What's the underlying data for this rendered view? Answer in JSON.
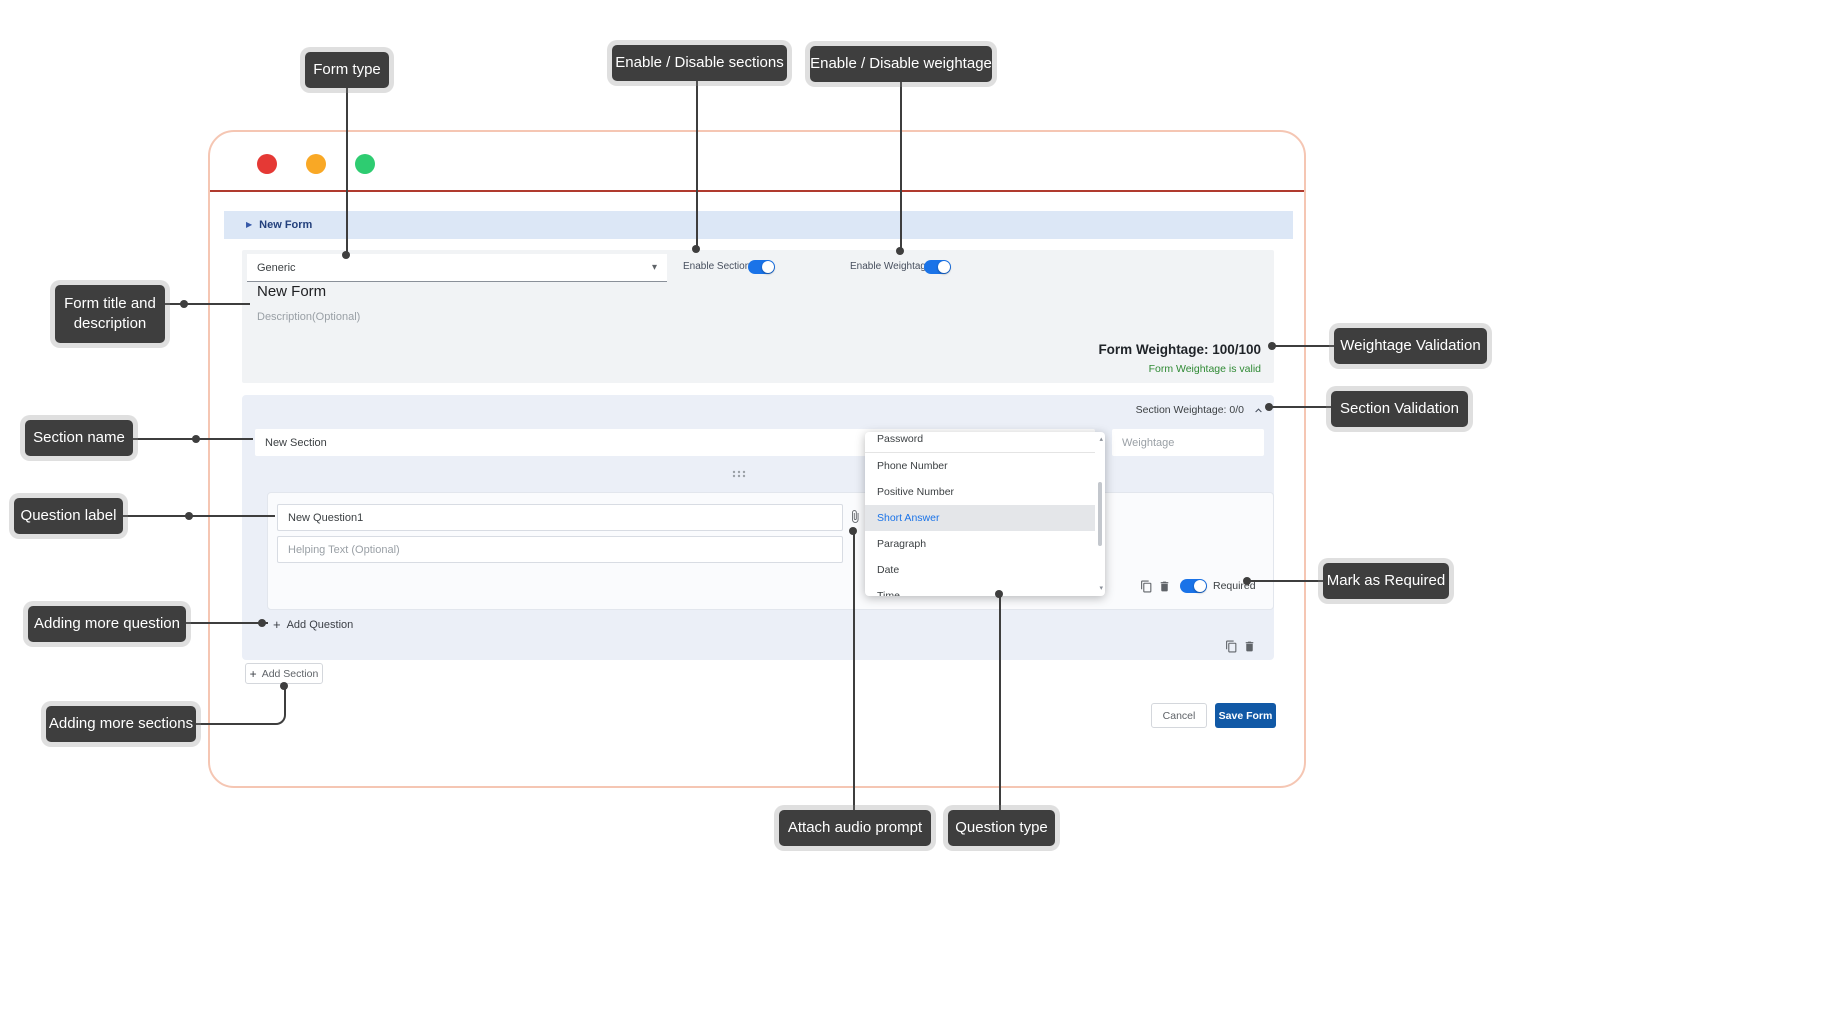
{
  "theme": {
    "accent": "#1a73e8",
    "save-blue": "#1159a6",
    "valid-green": "#2f8a34",
    "red-line": "#b03a2e",
    "window-border": "#f5c6b3",
    "callout-bg": "#3e3e3e",
    "breadcrumb-bg": "#dce7f6",
    "panel-bg": "#f1f3f5",
    "section-bg": "#ebeff7",
    "traffic-red": "#e53935",
    "traffic-yellow": "#f9a825",
    "traffic-green": "#2ecc71"
  },
  "callouts": {
    "form_type": "Form type",
    "enable_sections": "Enable / Disable sections",
    "enable_weightage": "Enable / Disable weightage",
    "form_title": "Form title and description",
    "weightage_validation": "Weightage Validation",
    "section_validation": "Section Validation",
    "section_name": "Section name",
    "question_label": "Question label",
    "mark_required": "Mark as Required",
    "adding_question": "Adding more question",
    "adding_sections": "Adding more sections",
    "attach_audio": "Attach audio prompt",
    "question_type": "Question type"
  },
  "app": {
    "breadcrumb": "New Form",
    "toolbar": {
      "form_type_value": "Generic",
      "enable_sections_label": "Enable Sections",
      "enable_weightage_label": "Enable Weightage"
    },
    "form": {
      "title": "New Form",
      "description_placeholder": "Description(Optional)",
      "weightage_text": "Form Weightage: 100/100",
      "weightage_status": "Form Weightage is valid"
    },
    "section": {
      "weightage_text": "Section Weightage: 0/0",
      "name_value": "New Section",
      "weightage_placeholder": "Weightage"
    },
    "question": {
      "label_value": "New Question1",
      "helping_placeholder": "Helping Text (Optional)",
      "required_label": "Required"
    },
    "type_dropdown": {
      "items": [
        "Password",
        "Phone Number",
        "Positive Number",
        "Short Answer",
        "Paragraph",
        "Date",
        "Time"
      ],
      "selected": "Short Answer"
    },
    "buttons": {
      "add_question": "Add Question",
      "add_section": "Add Section",
      "cancel": "Cancel",
      "save": "Save Form"
    },
    "icons": {
      "plus": "+",
      "caret_down": "▾",
      "breadcrumb_arrow": "▶",
      "scroll_up": "▴",
      "scroll_down": "▾"
    }
  }
}
